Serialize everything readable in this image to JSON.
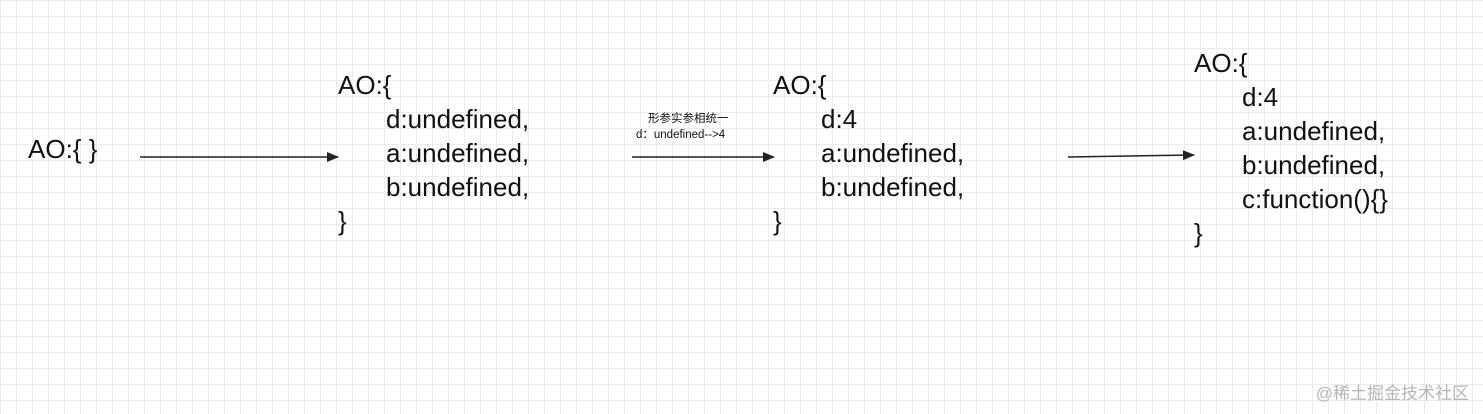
{
  "stage0": {
    "text": "AO:{ }"
  },
  "stage1": {
    "open": "AO:{",
    "lines": [
      "d:undefined,",
      "a:undefined,",
      "b:undefined,"
    ],
    "close": "}"
  },
  "arrow_label": {
    "line1": "形参实参相统一",
    "line2": "d：undefined-->4"
  },
  "stage2": {
    "open": "AO:{",
    "lines": [
      "d:4",
      "a:undefined,",
      "b:undefined,"
    ],
    "close": "}"
  },
  "stage3": {
    "open": "AO:{",
    "lines": [
      "d:4",
      "a:undefined,",
      "b:undefined,",
      "c:function(){}"
    ],
    "close": "}"
  },
  "watermark": {
    "text": "@稀土掘金技术社区"
  },
  "colors": {
    "text": "#111111",
    "arrow": "#222222",
    "grid": "#ececec",
    "watermark": "#b5b5b5"
  }
}
